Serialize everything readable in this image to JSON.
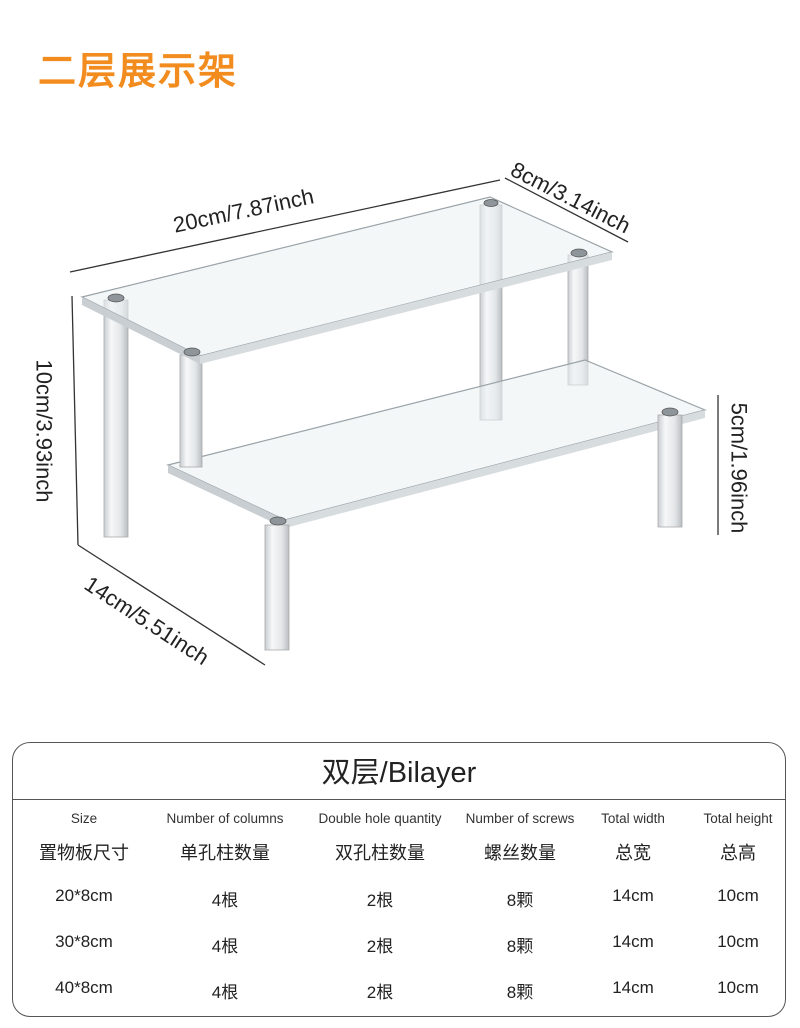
{
  "title": "二层展示架",
  "dimensions": {
    "width": "20cm/7.87inch",
    "depth": "8cm/3.14inch",
    "height": "10cm/3.93inch",
    "total_depth": "14cm/5.51inch",
    "step_height": "5cm/1.96inch"
  },
  "table": {
    "title": "双层/Bilayer",
    "headers_en": [
      "Size",
      "Number of columns",
      "Double hole quantity",
      "Number of screws",
      "Total width",
      "Total height"
    ],
    "headers_cn": [
      "置物板尺寸",
      "单孔柱数量",
      "双孔柱数量",
      "螺丝数量",
      "总宽",
      "总高"
    ],
    "rows": [
      [
        "20*8cm",
        "4根",
        "2根",
        "8颗",
        "14cm",
        "10cm"
      ],
      [
        "30*8cm",
        "4根",
        "2根",
        "8颗",
        "14cm",
        "10cm"
      ],
      [
        "40*8cm",
        "4根",
        "2根",
        "8颗",
        "14cm",
        "10cm"
      ]
    ]
  },
  "colors": {
    "title": "#f28c1e",
    "border": "#555555"
  }
}
